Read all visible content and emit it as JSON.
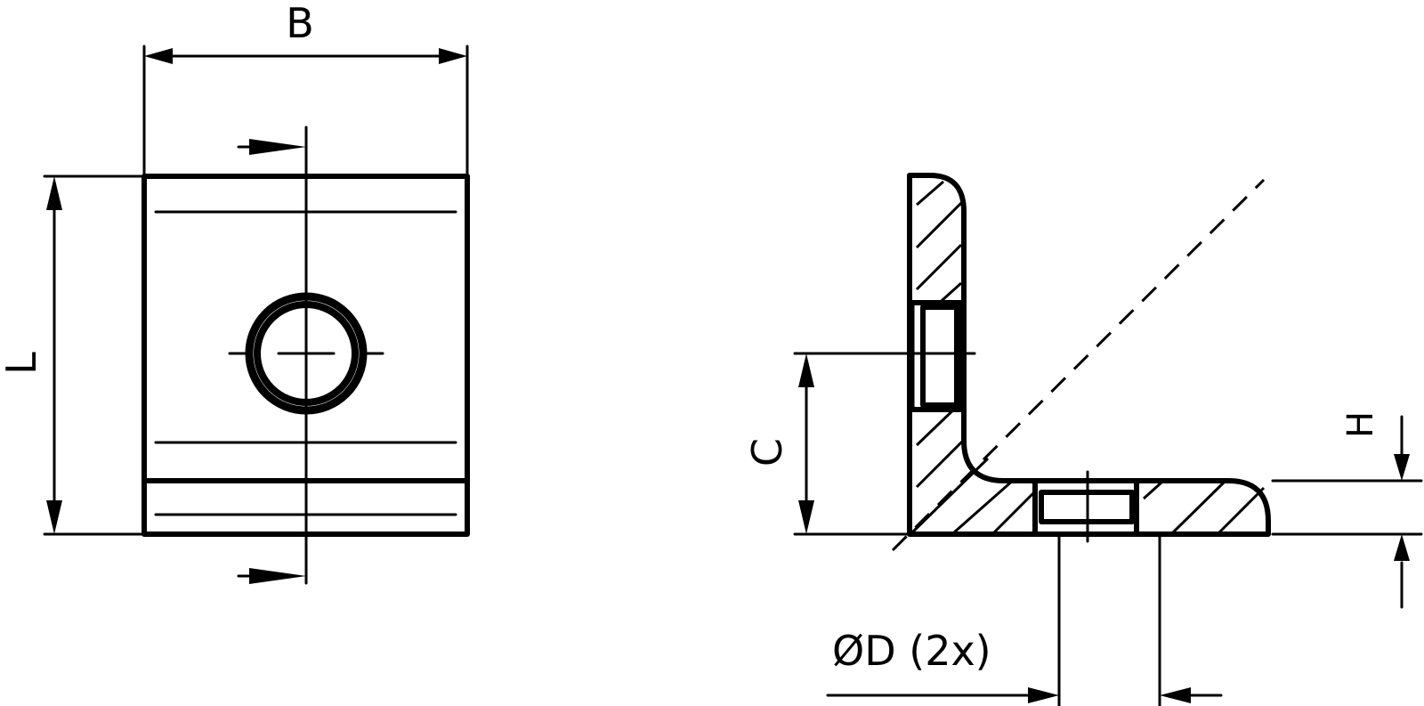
{
  "drawing": {
    "title": "Angle bracket technical drawing",
    "colors": {
      "line": "#000000",
      "background": "#ffffff"
    },
    "views": [
      {
        "id": "front-view",
        "description": "Plate view with center hole and section cut arrows"
      },
      {
        "id": "section-view",
        "description": "L-profile cross-section with hatched material and two holes"
      }
    ],
    "dimensions": {
      "width": "B",
      "length": "L",
      "hole_height": "C",
      "thickness": "H",
      "hole_diameter": "ØD (2x)"
    }
  }
}
